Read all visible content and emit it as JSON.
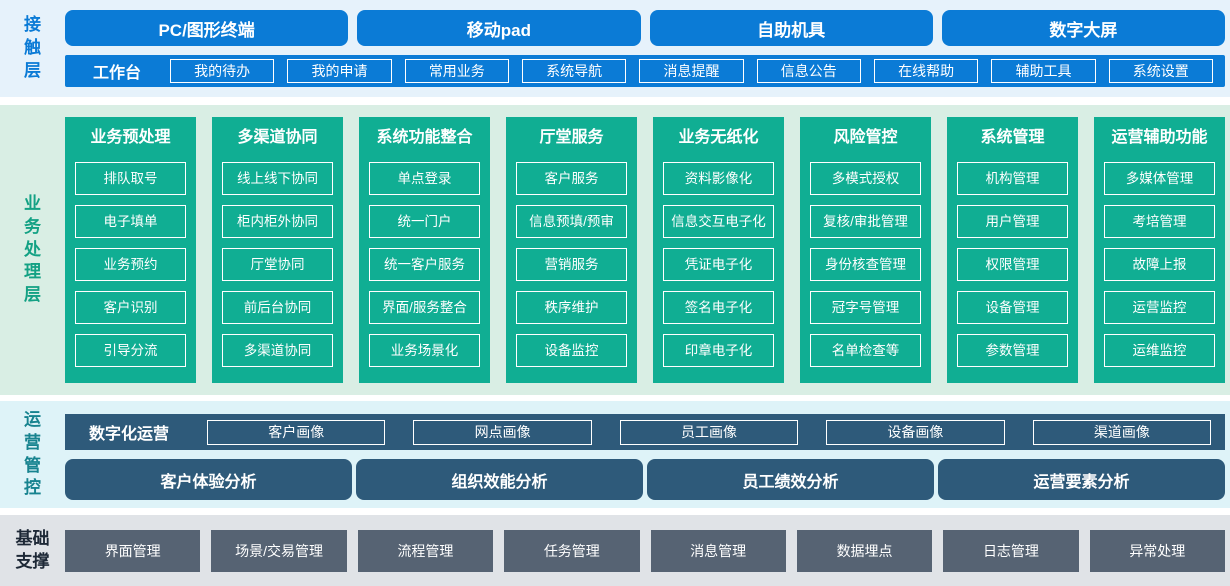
{
  "colors": {
    "blue": "#0b7bd6",
    "contact-bg": "#e6f2fb",
    "teal": "#10ae93",
    "business-bg": "#d9eee4",
    "business-label": "#13a184",
    "ops-bg": "#def3f8",
    "ops-label": "#17838f",
    "slate": "#2e5a7a",
    "foundation-bg": "#e0e3e7",
    "foundation-box": "#566373",
    "foundation-label": "#1d2836"
  },
  "layers": {
    "contact": {
      "label": "接触层",
      "channels": [
        "PC/图形终端",
        "移动pad",
        "自助机具",
        "数字大屏"
      ],
      "workbench": {
        "label": "工作台",
        "items": [
          "我的待办",
          "我的申请",
          "常用业务",
          "系统导航",
          "消息提醒",
          "信息公告",
          "在线帮助",
          "辅助工具",
          "系统设置"
        ]
      }
    },
    "business": {
      "label": "业务处理层",
      "columns": [
        {
          "title": "业务预处理",
          "items": [
            "排队取号",
            "电子填单",
            "业务预约",
            "客户识别",
            "引导分流"
          ]
        },
        {
          "title": "多渠道协同",
          "items": [
            "线上线下协同",
            "柜内柜外协同",
            "厅堂协同",
            "前后台协同",
            "多渠道协同"
          ]
        },
        {
          "title": "系统功能整合",
          "items": [
            "单点登录",
            "统一门户",
            "统一客户服务",
            "界面/服务整合",
            "业务场景化"
          ]
        },
        {
          "title": "厅堂服务",
          "items": [
            "客户服务",
            "信息预填/预审",
            "营销服务",
            "秩序维护",
            "设备监控"
          ]
        },
        {
          "title": "业务无纸化",
          "items": [
            "资料影像化",
            "信息交互电子化",
            "凭证电子化",
            "签名电子化",
            "印章电子化"
          ]
        },
        {
          "title": "风险管控",
          "items": [
            "多模式授权",
            "复核/审批管理",
            "身份核查管理",
            "冠字号管理",
            "名单检查等"
          ]
        },
        {
          "title": "系统管理",
          "items": [
            "机构管理",
            "用户管理",
            "权限管理",
            "设备管理",
            "参数管理"
          ]
        },
        {
          "title": "运营辅助功能",
          "items": [
            "多媒体管理",
            "考培管理",
            "故障上报",
            "运营监控",
            "运维监控"
          ]
        }
      ]
    },
    "operations": {
      "label": "运营管控",
      "digital": {
        "label": "数字化运营",
        "items": [
          "客户画像",
          "网点画像",
          "员工画像",
          "设备画像",
          "渠道画像"
        ]
      },
      "analysis": [
        "客户体验分析",
        "组织效能分析",
        "员工绩效分析",
        "运营要素分析"
      ]
    },
    "foundation": {
      "label": "基础支撑",
      "items": [
        "界面管理",
        "场景/交易管理",
        "流程管理",
        "任务管理",
        "消息管理",
        "数据埋点",
        "日志管理",
        "异常处理"
      ]
    }
  }
}
